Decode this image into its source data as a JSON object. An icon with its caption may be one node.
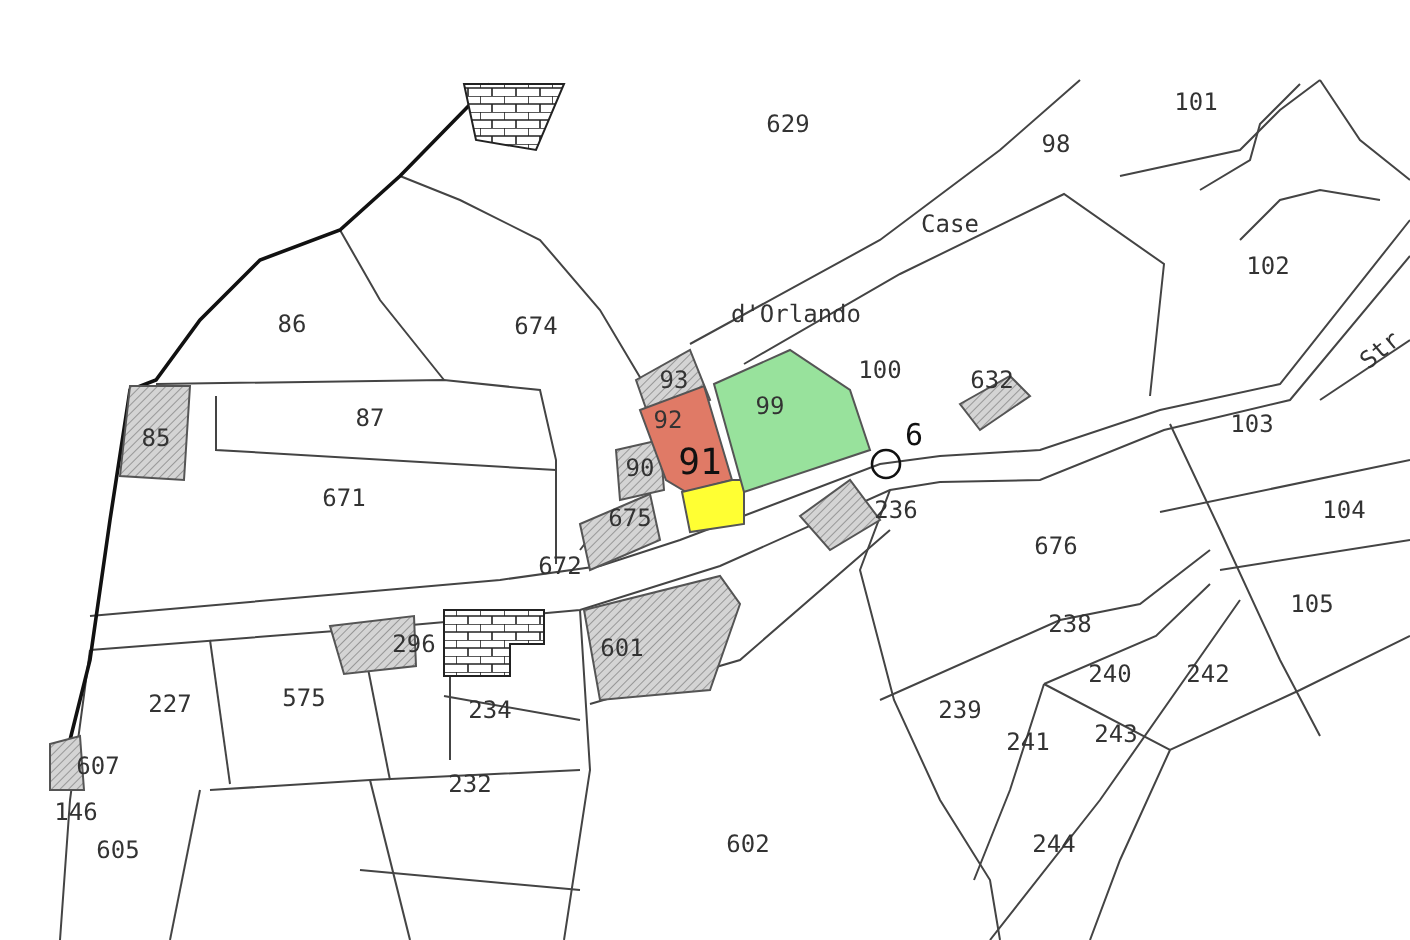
{
  "diagram": {
    "labels": [
      "629",
      "101",
      "98",
      "Case",
      "102",
      "86",
      "674",
      "d'Orlando",
      "100",
      "93",
      "632",
      "92",
      "99",
      "87",
      "85",
      "6",
      "103",
      "90",
      "91",
      "671",
      "236",
      "Str",
      "104",
      "675",
      "676",
      "672",
      "105",
      "296",
      "238",
      "601",
      "227",
      "575",
      "234",
      "240",
      "242",
      "239",
      "607",
      "241",
      "243",
      "146",
      "232",
      "605",
      "602",
      "244"
    ]
  }
}
